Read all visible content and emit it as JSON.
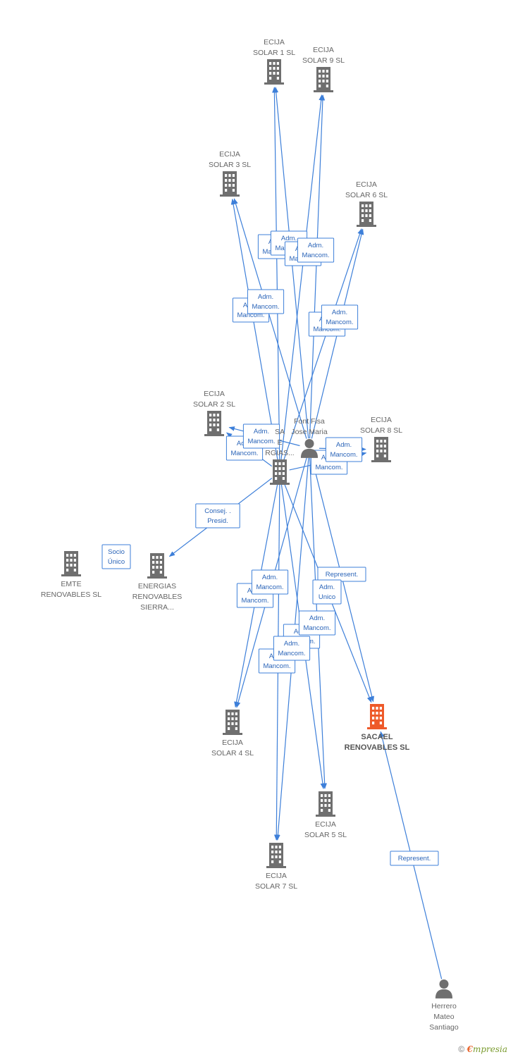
{
  "colors": {
    "edge": "#3d7fd9",
    "building": "#6f6f6f",
    "focus_building": "#ee5a2a",
    "person": "#6f6f6f"
  },
  "nodes": [
    {
      "id": "ecija1",
      "kind": "company",
      "lines": [
        "ECIJA",
        "SOLAR 1 SL"
      ],
      "label_pos": "above"
    },
    {
      "id": "ecija9",
      "kind": "company",
      "lines": [
        "ECIJA",
        "SOLAR 9 SL"
      ],
      "label_pos": "above"
    },
    {
      "id": "ecija3",
      "kind": "company",
      "lines": [
        "ECIJA",
        "SOLAR 3 SL"
      ],
      "label_pos": "above"
    },
    {
      "id": "ecija6",
      "kind": "company",
      "lines": [
        "ECIJA",
        "SOLAR 6 SL"
      ],
      "label_pos": "above"
    },
    {
      "id": "ecija2",
      "kind": "company",
      "lines": [
        "ECIJA",
        "SOLAR 2 SL"
      ],
      "label_pos": "above"
    },
    {
      "id": "ecija8",
      "kind": "company",
      "lines": [
        "ECIJA",
        "SOLAR 8 SL"
      ],
      "label_pos": "above"
    },
    {
      "id": "font",
      "kind": "person",
      "lines": [
        "Font Fisa",
        "Jose Maria"
      ],
      "label_pos": "above"
    },
    {
      "id": "emte_mid",
      "kind": "company",
      "lines": [
        "SA",
        "E",
        "RGIAS..."
      ],
      "label_pos": "above"
    },
    {
      "id": "emte",
      "kind": "company",
      "lines": [
        "EMTE",
        "RENOVABLES SL"
      ],
      "label_pos": "below"
    },
    {
      "id": "sierra",
      "kind": "company",
      "lines": [
        "ENERGIAS",
        "RENOVABLES",
        "SIERRA..."
      ],
      "label_pos": "below"
    },
    {
      "id": "ecija4",
      "kind": "company",
      "lines": [
        "ECIJA",
        "SOLAR 4 SL"
      ],
      "label_pos": "below"
    },
    {
      "id": "sacael",
      "kind": "focus",
      "lines": [
        "SACAEL",
        "RENOVABLES SL"
      ],
      "label_pos": "below"
    },
    {
      "id": "ecija5",
      "kind": "company",
      "lines": [
        "ECIJA",
        "SOLAR 5 SL"
      ],
      "label_pos": "below"
    },
    {
      "id": "ecija7",
      "kind": "company",
      "lines": [
        "ECIJA",
        "SOLAR 7 SL"
      ],
      "label_pos": "below"
    },
    {
      "id": "herrero",
      "kind": "person",
      "lines": [
        "Herrero",
        "Mateo",
        "Santiago"
      ],
      "label_pos": "below"
    }
  ],
  "edges": [
    {
      "from": "emte_mid",
      "to": "ecija1"
    },
    {
      "from": "font",
      "to": "ecija1"
    },
    {
      "from": "emte_mid",
      "to": "ecija9"
    },
    {
      "from": "font",
      "to": "ecija9"
    },
    {
      "from": "emte_mid",
      "to": "ecija3"
    },
    {
      "from": "font",
      "to": "ecija3"
    },
    {
      "from": "emte_mid",
      "to": "ecija6"
    },
    {
      "from": "font",
      "to": "ecija6"
    },
    {
      "from": "emte_mid",
      "to": "ecija2"
    },
    {
      "from": "font",
      "to": "ecija2"
    },
    {
      "from": "emte_mid",
      "to": "ecija8"
    },
    {
      "from": "font",
      "to": "ecija8"
    },
    {
      "from": "emte_mid",
      "to": "sierra"
    },
    {
      "from": "emte_mid",
      "to": "ecija4"
    },
    {
      "from": "font",
      "to": "ecija4"
    },
    {
      "from": "emte_mid",
      "to": "ecija5"
    },
    {
      "from": "font",
      "to": "ecija5"
    },
    {
      "from": "emte_mid",
      "to": "ecija7"
    },
    {
      "from": "font",
      "to": "ecija7"
    },
    {
      "from": "emte_mid",
      "to": "sacael"
    },
    {
      "from": "font",
      "to": "sacael"
    },
    {
      "from": "herrero",
      "to": "sacael"
    }
  ],
  "tags": [
    {
      "lines": [
        "Adm.",
        "Mancom."
      ]
    },
    {
      "lines": [
        "Adm.",
        "Mancom."
      ]
    },
    {
      "lines": [
        "Adm.",
        "Mancom."
      ]
    },
    {
      "lines": [
        "Adm.",
        "Mancom."
      ]
    },
    {
      "lines": [
        "Adm.",
        "Mancom."
      ]
    },
    {
      "lines": [
        "Adm.",
        "Mancom."
      ]
    },
    {
      "lines": [
        "Adm.",
        "Mancom."
      ]
    },
    {
      "lines": [
        "Adm.",
        "Mancom."
      ]
    },
    {
      "lines": [
        "Adm.",
        "Mancom."
      ]
    },
    {
      "lines": [
        "Adm.",
        "Mancom."
      ]
    },
    {
      "lines": [
        "Adm.",
        "Mancom."
      ]
    },
    {
      "lines": [
        "Adm.",
        "Mancom."
      ]
    },
    {
      "lines": [
        "Consej. .",
        "Presid."
      ]
    },
    {
      "lines": [
        "Socio",
        "Único"
      ]
    },
    {
      "lines": [
        "Adm.",
        "Mancom."
      ]
    },
    {
      "lines": [
        "Adm.",
        "Mancom."
      ]
    },
    {
      "lines": [
        "Represent."
      ]
    },
    {
      "lines": [
        "Adm.",
        "Unico"
      ]
    },
    {
      "lines": [
        "Adm.",
        "Mancom."
      ]
    },
    {
      "lines": [
        "Adm.",
        "Mancom."
      ]
    },
    {
      "lines": [
        "Adm.",
        "Mancom."
      ]
    },
    {
      "lines": [
        "Adm.",
        "Mancom."
      ]
    },
    {
      "lines": [
        "Represent."
      ]
    }
  ],
  "brand": {
    "copyright": "©",
    "e": "€",
    "rest": "mpresia"
  }
}
